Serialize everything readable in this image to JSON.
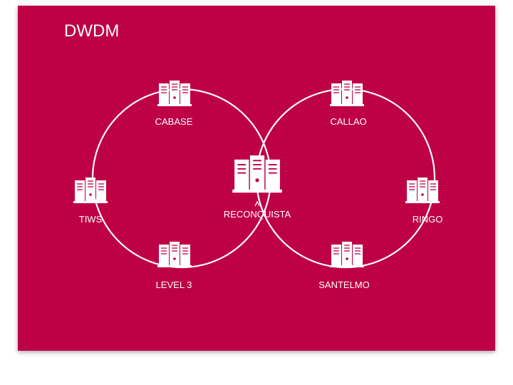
{
  "title": "DWDM",
  "colors": {
    "background": "#be0044",
    "foreground": "#ffffff"
  },
  "nodes": [
    {
      "id": "cabase",
      "label": "CABASE",
      "ring": "left",
      "icon": "server-rack-icon"
    },
    {
      "id": "tiws",
      "label": "TIWS",
      "ring": "left",
      "icon": "server-rack-icon"
    },
    {
      "id": "level3",
      "label": "LEVEL 3",
      "ring": "left",
      "icon": "server-rack-icon"
    },
    {
      "id": "reconquista",
      "label": "RECONQUISTA",
      "ring": "shared",
      "icon": "server-rack-icon"
    },
    {
      "id": "callao",
      "label": "CALLAO",
      "ring": "right",
      "icon": "server-rack-icon"
    },
    {
      "id": "ringo",
      "label": "RINGO",
      "ring": "right",
      "icon": "server-rack-icon"
    },
    {
      "id": "santelmo",
      "label": "SANTELMO",
      "ring": "right",
      "icon": "server-rack-icon"
    }
  ],
  "rings": [
    {
      "id": "left",
      "nodes": [
        "cabase",
        "tiws",
        "level3",
        "reconquista"
      ]
    },
    {
      "id": "right",
      "nodes": [
        "callao",
        "ringo",
        "santelmo",
        "reconquista"
      ]
    }
  ]
}
